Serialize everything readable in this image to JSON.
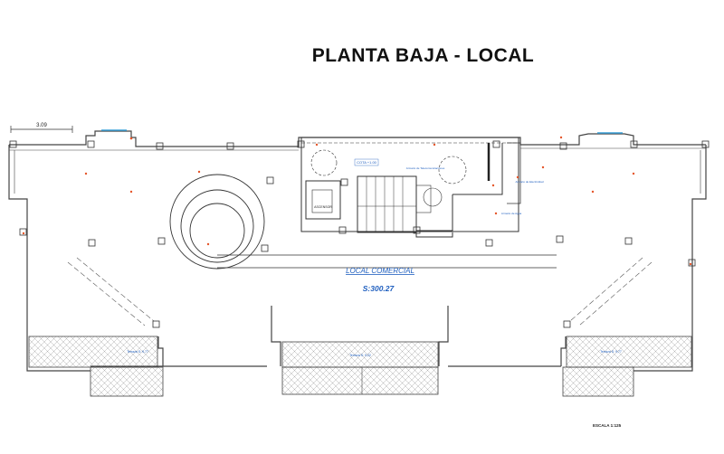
{
  "title": "PLANTA BAJA  - LOCAL",
  "dimension": "3.09",
  "room_name": "LOCAL COMERCIAL",
  "room_area": "S:300.27",
  "elevator": "ASCENSOR",
  "small_labels": {
    "box": "COTA +1.00",
    "armario_top": "Armario de Telecomunicaciones",
    "armario_right": "Armario de Electricidad",
    "armario_low": "Armario de Agua"
  },
  "terrace_labels": {
    "left": "Terraza S: 9,77",
    "center": "Terraza S: 9,22",
    "right": "Terraza S: 9,77"
  },
  "scale": "ESCALA 1:125",
  "colors": {
    "wall": "#444444",
    "room_text": "#1f5fbf",
    "marker": "#e5562a",
    "window": "#3aa0d8"
  }
}
